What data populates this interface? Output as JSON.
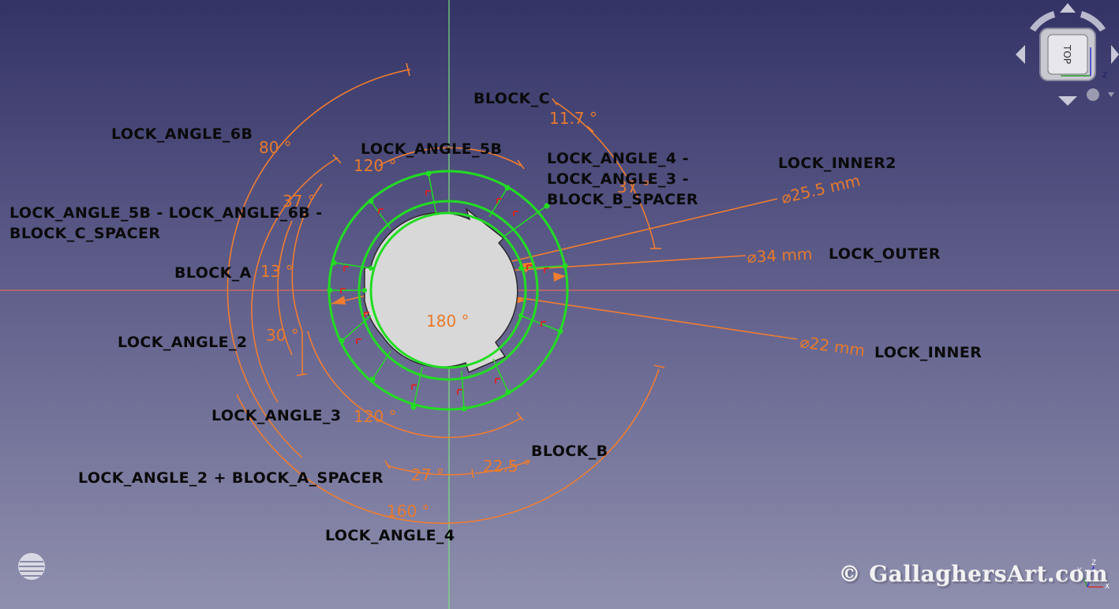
{
  "labels": {
    "block_c": "BLOCK_C",
    "lock_angle_6b": "LOCK_ANGLE_6B",
    "lock_angle_5b": "LOCK_ANGLE_5B",
    "lock_angle_4_line1": "LOCK_ANGLE_4 -",
    "lock_angle_4_line2": "LOCK_ANGLE_3 -",
    "lock_angle_4_line3": "BLOCK_B_SPACER",
    "lock_inner2": "LOCK_INNER2",
    "spacer_c_line1": "LOCK_ANGLE_5B - LOCK_ANGLE_6B -",
    "spacer_c_line2": "BLOCK_C_SPACER",
    "block_a": "BLOCK_A",
    "lock_outer": "LOCK_OUTER",
    "lock_angle_2": "LOCK_ANGLE_2",
    "lock_inner": "LOCK_INNER",
    "lock_angle_3": "LOCK_ANGLE_3",
    "block_b": "BLOCK_B",
    "spacer_a": "LOCK_ANGLE_2 + BLOCK_A_SPACER",
    "lock_angle_4": "LOCK_ANGLE_4"
  },
  "dimensions": {
    "block_c_angle": "11.7 °",
    "lock_angle_6b": "80 °",
    "lock_angle_5b": "120 °",
    "spacer_b": "37 °",
    "lock_inner2": "⌀25.5 mm",
    "spacer_c": "37 °",
    "block_a": "13 °",
    "lock_outer": "⌀34 mm",
    "center_angle": "180 °",
    "lock_angle_2": "30 °",
    "lock_inner": "⌀22 mm",
    "lock_angle_3": "120 °",
    "block_b": "22.5 °",
    "spacer_a": "27 °",
    "lock_angle_4": "160 °"
  },
  "navcube": {
    "face": "TOP",
    "axis_z": "Z",
    "axis_y": "Y",
    "axis_x": "X"
  },
  "watermark": "© GallaghersArt.com",
  "colors": {
    "background_top": "#333366",
    "background_bottom": "#8f8fae",
    "constraint": "#f07d30",
    "geometry": "#22dd22",
    "x_axis": "#e06a5a",
    "y_axis": "#7de07d",
    "part_fill": "#d8d8d8"
  }
}
